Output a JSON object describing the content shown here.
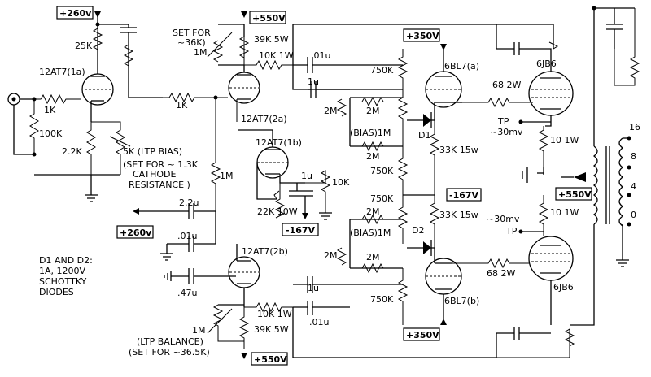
{
  "supplies": {
    "plus260_top": "+260v",
    "plus550_top": "+550V",
    "plus350_top": "+350V",
    "minus167_mid": "-167V",
    "minus167_left": "-167V",
    "plus260_left": "+260v",
    "plus550_right": "+550V",
    "plus350_bottom": "+350V",
    "plus550_bottom": "+550V"
  },
  "tubes": {
    "v1a": "12AT7(1a)",
    "v2a": "12AT7(2a)",
    "v1b": "12AT7(1b)",
    "v2b": "12AT7(2b)",
    "v6bl7a": "6BL7(a)",
    "v6bl7b": "6BL7(b)",
    "v6jb6_top": "6JB6",
    "v6jb6_bottom": "6JB6"
  },
  "resistors": {
    "r25k": "25K",
    "r1k_in": "1K",
    "r100k": "100K",
    "r2_2k": "2.2K",
    "r1k_grid": "1K",
    "r39k_top": "39K 5W",
    "r10k_top": "10K 1W",
    "r1m_set_top": "1M",
    "r1m_mid": "1M",
    "r22k": "22K 10W",
    "r10k_1b": "10K",
    "r750k_a": "750K",
    "r750k_b": "750K",
    "r750k_c": "750K",
    "r750k_d": "750K",
    "r2m_a": "2M",
    "r2m_b": "2M",
    "r2m_c": "2M",
    "r2m_d": "2M",
    "r2m_e": "2M",
    "r2m_f": "2M",
    "r33k_a": "33K 15w",
    "r33k_b": "33K 15w",
    "r68_a": "68 2W",
    "r68_b": "68 2W",
    "r10_a": "10 1W",
    "r10_b": "10 1W",
    "r10k_bottom": "10K 1W",
    "r39k_bottom": "39K 5W",
    "r1m_bal": "1M"
  },
  "capacitors": {
    "c01_top": ".01u",
    "c1u_top": "1u",
    "c1u_1b": "1u",
    "c2_2u": "2.2u",
    "c01_left": ".01u",
    "c47u": ".47u",
    "c1u_bottom": "1u",
    "c01_bottom": ".01u"
  },
  "pots": {
    "bias_top": "(BIAS)1M",
    "bias_bottom": "(BIAS)1M",
    "ltp_bias": "5K (LTP BIAS)"
  },
  "notes": {
    "set36k_line1": "SET FOR",
    "set36k_line2": "~36K)",
    "ltp_line1": "(SET FOR ~ 1.3K",
    "ltp_line2": "CATHODE",
    "ltp_line3": "RESISTANCE )",
    "diodes_line1": "D1 AND D2:",
    "diodes_line2": "1A, 1200V",
    "diodes_line3": "SCHOTTKY",
    "diodes_line4": "DIODES",
    "bal_line1": "(LTP BALANCE)",
    "bal_line2": "(SET FOR ~36.5K)"
  },
  "diodes": {
    "d1": "D1",
    "d2": "D2"
  },
  "testpoints": {
    "tp_top": "TP",
    "tp_top_mv": "~30mv",
    "tp_bottom_mv": "~30mv",
    "tp_bottom": "TP"
  },
  "taps": {
    "t16": "16",
    "t8": "8",
    "t4": "4",
    "t0": "0"
  }
}
